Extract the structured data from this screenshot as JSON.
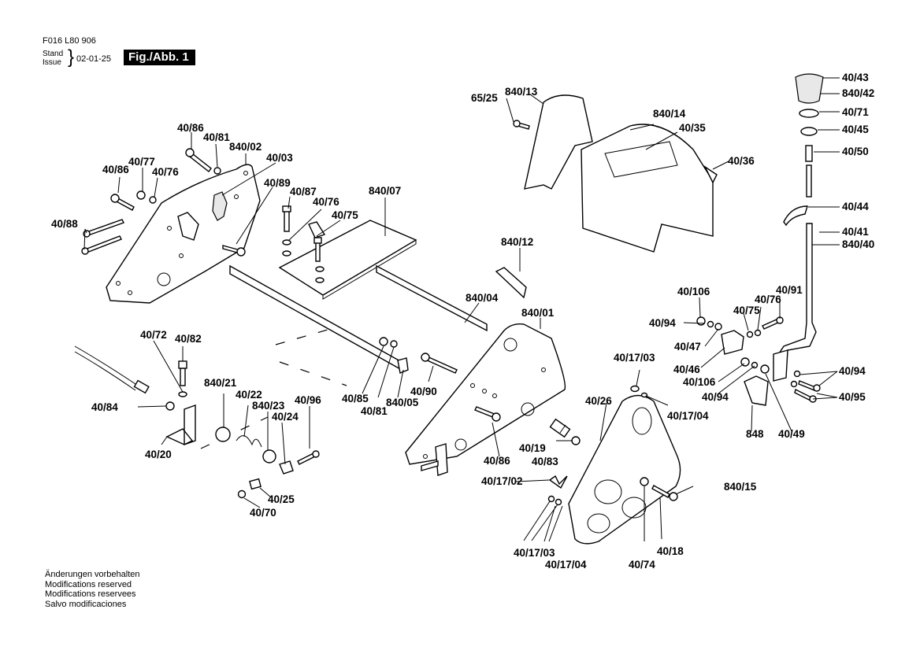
{
  "header": {
    "document_code": "F016 L80 906",
    "stand_label": "Stand",
    "issue_label": "Issue",
    "date": "02-01-25",
    "figure_title": "Fig./Abb. 1"
  },
  "footer": {
    "lines": [
      "Änderungen vorbehalten",
      "Modifications reserved",
      "Modifications reservees",
      "Salvo modificaciones"
    ]
  },
  "part_labels": {
    "l_40_86_a": "40/86",
    "l_40_81_a": "40/81",
    "l_840_02": "840/02",
    "l_40_03": "40/03",
    "l_40_86_b": "40/86",
    "l_40_77": "40/77",
    "l_40_76_a": "40/76",
    "l_40_89": "40/89",
    "l_40_87": "40/87",
    "l_40_76_b": "40/76",
    "l_40_75_a": "40/75",
    "l_40_88": "40/88",
    "l_840_07": "840/07",
    "l_65_25": "65/25",
    "l_840_13": "840/13",
    "l_840_14": "840/14",
    "l_40_35": "40/35",
    "l_40_36": "40/36",
    "l_40_43": "40/43",
    "l_840_42": "840/42",
    "l_40_71": "40/71",
    "l_40_45": "40/45",
    "l_40_50": "40/50",
    "l_40_44": "40/44",
    "l_40_41": "40/41",
    "l_840_40": "840/40",
    "l_840_12": "840/12",
    "l_840_04": "840/04",
    "l_840_01": "840/01",
    "l_40_106_a": "40/106",
    "l_40_91": "40/91",
    "l_40_76_c": "40/76",
    "l_40_75_b": "40/75",
    "l_40_94_a": "40/94",
    "l_40_47": "40/47",
    "l_40_46": "40/46",
    "l_40_106_b": "40/106",
    "l_40_94_b": "40/94",
    "l_40_94_c": "40/94",
    "l_40_95": "40/95",
    "l_848": "848",
    "l_40_49": "40/49",
    "l_40_72": "40/72",
    "l_40_82": "40/82",
    "l_40_84": "40/84",
    "l_840_21": "840/21",
    "l_40_22": "40/22",
    "l_840_23": "840/23",
    "l_40_24": "40/24",
    "l_40_96": "40/96",
    "l_40_20": "40/20",
    "l_40_25": "40/25",
    "l_40_70": "40/70",
    "l_40_85": "40/85",
    "l_40_81_b": "40/81",
    "l_840_05": "840/05",
    "l_40_90": "40/90",
    "l_40_86_c": "40/86",
    "l_40_19": "40/19",
    "l_40_83": "40/83",
    "l_40_17_03_a": "40/17/03",
    "l_40_17_04_a": "40/17/04",
    "l_40_26": "40/26",
    "l_40_17_02": "40/17/02",
    "l_840_15": "840/15",
    "l_40_17_03_b": "40/17/03",
    "l_40_17_04_b": "40/17/04",
    "l_40_74": "40/74",
    "l_40_18": "40/18"
  }
}
